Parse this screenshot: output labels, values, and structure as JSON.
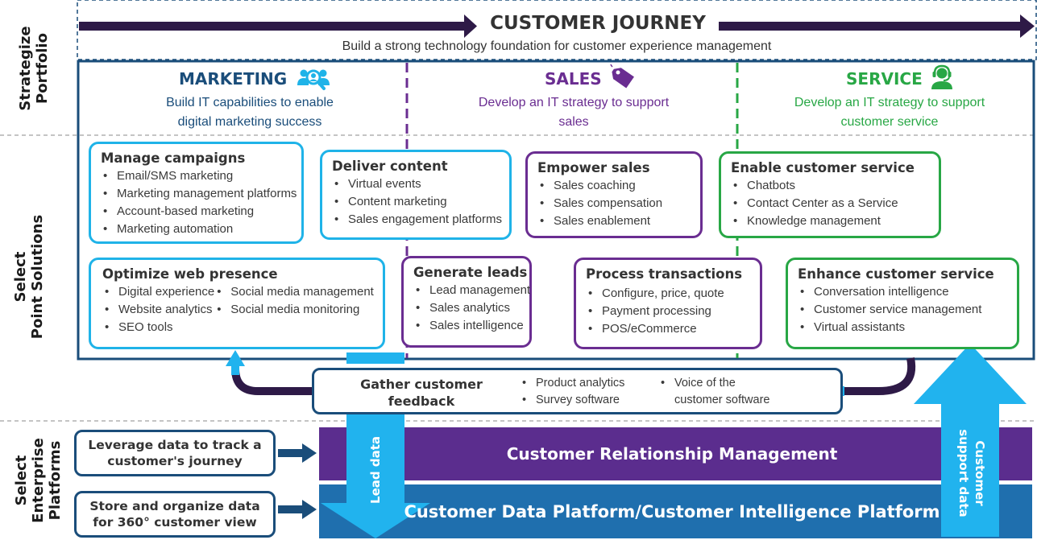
{
  "header": {
    "title": "CUSTOMER JOURNEY",
    "subtitle": "Build a strong technology foundation for customer experience management"
  },
  "side_labels": {
    "strategize": [
      "Strategize",
      "Portfolio"
    ],
    "point_solutions": [
      "Select",
      "Point Solutions"
    ],
    "enterprise": [
      "Select",
      "Enterprise",
      "Platforms"
    ]
  },
  "columns": {
    "marketing": {
      "title": "MARKETING",
      "subtitle": [
        "Build IT capabilities to enable",
        "digital marketing success"
      ],
      "icon": "people-search-icon",
      "color": "#1a4d7a"
    },
    "sales": {
      "title": "SALES",
      "subtitle": [
        "Develop an IT strategy to support",
        "sales"
      ],
      "icon": "price-tag-icon",
      "color": "#6a2d91"
    },
    "service": {
      "title": "SERVICE",
      "subtitle": [
        "Develop an IT strategy to support",
        "customer service"
      ],
      "icon": "support-agent-icon",
      "color": "#28a745"
    }
  },
  "boxes": {
    "manage_campaigns": {
      "title": "Manage campaigns",
      "items": [
        "Email/SMS marketing",
        "Marketing management platforms",
        "Account-based marketing",
        "Marketing automation"
      ]
    },
    "deliver_content": {
      "title": "Deliver content",
      "items": [
        "Virtual events",
        "Content marketing",
        "Sales engagement platforms"
      ]
    },
    "empower_sales": {
      "title": "Empower sales",
      "items": [
        "Sales coaching",
        "Sales compensation",
        "Sales enablement"
      ]
    },
    "enable_service": {
      "title": "Enable customer service",
      "items": [
        "Chatbots",
        "Contact Center as a Service",
        "Knowledge management"
      ]
    },
    "optimize_web": {
      "title": "Optimize web presence",
      "items_col1": [
        "Digital experience",
        "Website analytics",
        "SEO tools"
      ],
      "items_col2": [
        "Social media management",
        "Social media monitoring"
      ]
    },
    "generate_leads": {
      "title": "Generate leads",
      "items": [
        "Lead management",
        "Sales analytics",
        "Sales intelligence"
      ]
    },
    "process_transactions": {
      "title": "Process transactions",
      "items": [
        "Configure, price, quote",
        "Payment processing",
        "POS/eCommerce"
      ]
    },
    "enhance_service": {
      "title": "Enhance customer service",
      "items": [
        "Conversation intelligence",
        "Customer service management",
        "Virtual assistants"
      ]
    },
    "feedback": {
      "title": [
        "Gather customer",
        "feedback"
      ],
      "items_col1": [
        "Product analytics",
        "Survey software"
      ],
      "items_col2": [
        "Voice of the",
        "customer software"
      ]
    }
  },
  "enterprise": {
    "left_box_1": [
      "Leverage data to track a",
      "customer's journey"
    ],
    "left_box_2": [
      "Store and organize data",
      "for 360° customer view"
    ],
    "crm": "Customer Relationship Management",
    "cdp": "Customer Data Platform/Customer Intelligence Platform",
    "lead_data": "Lead data",
    "support_data": [
      "Customer",
      "support data"
    ]
  },
  "colors": {
    "navy": "#1a4d7a",
    "dark_purple": "#2e1a47",
    "purple": "#6a2d91",
    "green": "#28a745",
    "light_blue": "#1fb3e8",
    "cdp_blue": "#1f6fae",
    "arrow_blue": "#21b3ee"
  }
}
